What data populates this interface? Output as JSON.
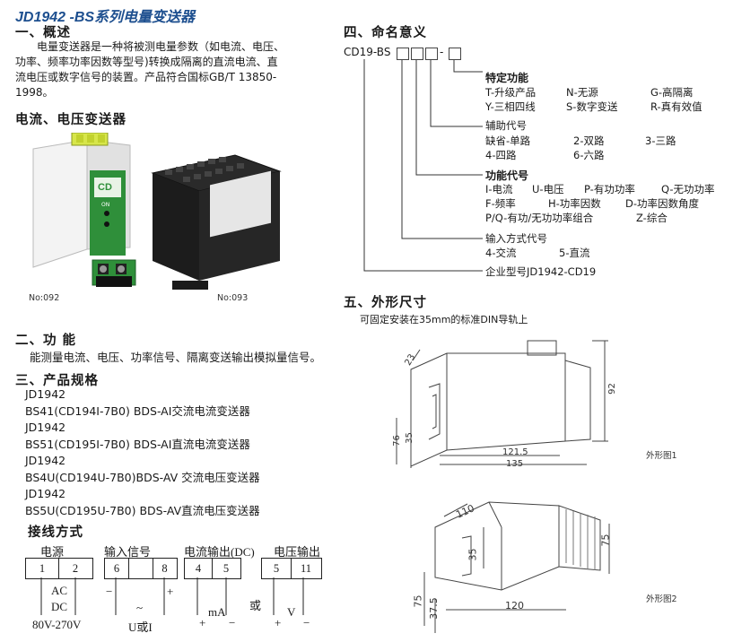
{
  "title": "JD1942 -BS系列电量变送器",
  "overview": {
    "heading": "一、概述",
    "lines": [
      "电量变送器是一种将被测电量参数（如电流、电压、",
      "功率、频率功率因数等型号)转换成隔离的直流电流、直",
      "流电压或数字信号的装置。产品符合国标GB/T 13850-",
      "1998。"
    ]
  },
  "product_section": {
    "heading": "电流、电压变送器",
    "photo1": {
      "caption": "No:092",
      "label": "CD",
      "on_label": "ON"
    },
    "photo2": {
      "caption": "No:093"
    }
  },
  "function": {
    "heading": "二、功 能",
    "text": "能测量电流、电压、功率信号、隔离变送输出模拟量信号。"
  },
  "specs": {
    "heading": "三、产品规格",
    "lines": [
      "JD1942",
      "BS41(CD194I-7B0) BDS-AI交流电流变送器",
      "JD1942",
      "BS51(CD195I-7B0) BDS-AI直流电流变送器",
      "JD1942",
      "BS4U(CD194U-7B0)BDS-AV 交流电压变送器",
      "JD1942",
      "BS5U(CD195U-7B0) BDS-AV直流电压变送器"
    ]
  },
  "wiring": {
    "heading": "接线方式",
    "groups": [
      {
        "title": "电源",
        "terminals": [
          "1",
          "2"
        ],
        "labels": [
          "AC",
          "DC",
          "80V-270V"
        ]
      },
      {
        "title": "输入信号",
        "terminals": [
          "6",
          "",
          "8"
        ],
        "signs": [
          "−",
          "+"
        ],
        "labels": [
          "~",
          "U或I"
        ]
      },
      {
        "title": "电流输出(DC)",
        "terminals": [
          "4",
          "5"
        ],
        "signs": [
          "+",
          "−"
        ],
        "labels": [
          "mA"
        ]
      },
      {
        "title": "电压输出",
        "terminals": [
          "5",
          "11"
        ],
        "signs": [
          "+",
          "−"
        ],
        "labels": [
          "V"
        ]
      }
    ],
    "or_label": "或"
  },
  "naming": {
    "heading": "四、命名意义",
    "model_prefix": "CD19-BS",
    "dash": "-",
    "special": {
      "title": "特定功能",
      "lines": [
        [
          "T-升级产品",
          "N-无源",
          "G-高隔离"
        ],
        [
          "Y-三相四线",
          "S-数字变送",
          "R-真有效值"
        ]
      ]
    },
    "aux": {
      "title": "辅助代号",
      "lines": [
        [
          "缺省-单路",
          "2-双路",
          "3-三路"
        ],
        [
          "4-四路",
          "6-六路",
          ""
        ]
      ]
    },
    "func": {
      "title": "功能代号",
      "lines": [
        [
          "I-电流",
          "U-电压",
          "P-有功功率",
          "Q-无功功率"
        ],
        [
          "F-频率",
          "H-功率因数",
          "D-功率因数角度",
          ""
        ],
        [
          "P/Q-有功/无功功率组合",
          "Z-综合",
          "",
          ""
        ]
      ]
    },
    "input": {
      "title": "输入方式代号",
      "lines": [
        [
          "4-交流",
          "5-直流"
        ]
      ]
    },
    "enterprise": "企业型号JD1942-CD19"
  },
  "dimensions": {
    "heading": "五、外形尺寸",
    "subtitle": "可固定安装在35mm的标准DIN导轨上",
    "fig1": {
      "caption": "外形图1",
      "dims": [
        "23",
        "92",
        "76",
        "35",
        "121.5",
        "135"
      ]
    },
    "fig2": {
      "caption": "外形图2",
      "dims": [
        "110",
        "75",
        "35",
        "75",
        "37.5",
        "120"
      ]
    }
  },
  "colors": {
    "title": "#1d4f8f",
    "panel_green": "#2f8f3a",
    "device_black": "#1c1c1c"
  }
}
